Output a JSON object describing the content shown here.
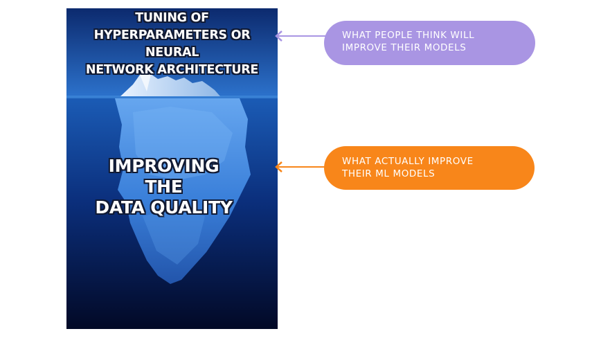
{
  "iceberg": {
    "top_caption_line1": "TUNING OF",
    "top_caption_line2": "HYPERPARAMETERS OR NEURAL",
    "top_caption_line3": "NETWORK ARCHITECTURE",
    "main_caption_line1": "IMPROVING",
    "main_caption_line2": "THE",
    "main_caption_line3": "DATA QUALITY"
  },
  "callouts": {
    "think": {
      "line1": "WHAT PEOPLE THINK WILL",
      "line2": "IMPROVE THEIR MODELS",
      "color": "#a995e3"
    },
    "actual": {
      "line1": "WHAT ACTUALLY IMPROVE",
      "line2": "THEIR ML MODELS",
      "color": "#f8861a"
    }
  },
  "colors": {
    "sky_top": "#0e2f7a",
    "sky_bottom": "#2a6fc9",
    "water_top": "#1d5fb8",
    "water_bottom": "#020a2a",
    "ice": "#4f95e8"
  }
}
